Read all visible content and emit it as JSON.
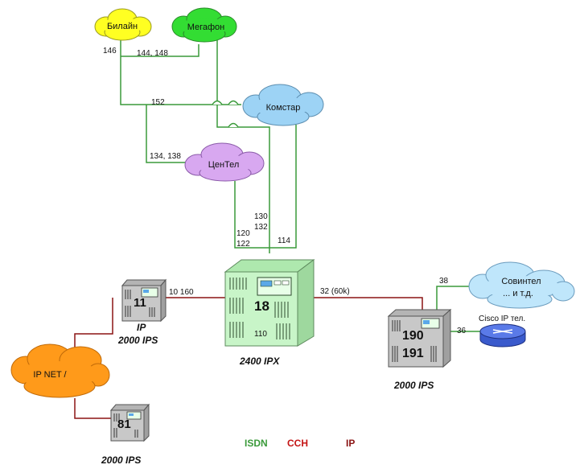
{
  "colors": {
    "isdn": "#3a9a3a",
    "ccs": "#c41414",
    "ip": "#8b1414",
    "cloud_yellow": "#ffff22",
    "cloud_green": "#33dd33",
    "cloud_blue": "#9dd3f5",
    "cloud_purple": "#d8a8f0",
    "cloud_orange": "#ff9a1a",
    "pbx_green": "#c8f5c8",
    "pbx_grey": "#c8c8c8"
  },
  "clouds": {
    "beeline": "Билайн",
    "megafon": "Мегафон",
    "komstar": "Комстар",
    "centel": "ЦенТел",
    "sovintel_line1": "Совинтел",
    "sovintel_line2": "... и т.д.",
    "ipnet": "IP NET /"
  },
  "link_labels": {
    "l146": "146",
    "l144_148": "144, 148",
    "l152": "152",
    "l134_138": "134, 138",
    "l130": "130",
    "l132": "132",
    "l120": "120",
    "l122": "122",
    "l114": "114",
    "l10_160": "10 160",
    "l32": "32 (60k)",
    "l38": "38",
    "l36": "36",
    "l110": "110"
  },
  "pbx": {
    "central": {
      "number": "18",
      "model": "2400 IPX"
    },
    "left": {
      "number": "11",
      "model_line1": "IP",
      "model_line2": "2000 IPS"
    },
    "bottom": {
      "number": "81",
      "model": "2000 IPS"
    },
    "right": {
      "number_line1": "190",
      "number_line2": "191",
      "model": "2000 IPS"
    }
  },
  "phone_label": "Cisco IP тел.",
  "legend": {
    "isdn": "ISDN",
    "ccs": "CCH",
    "ip": "IP"
  }
}
